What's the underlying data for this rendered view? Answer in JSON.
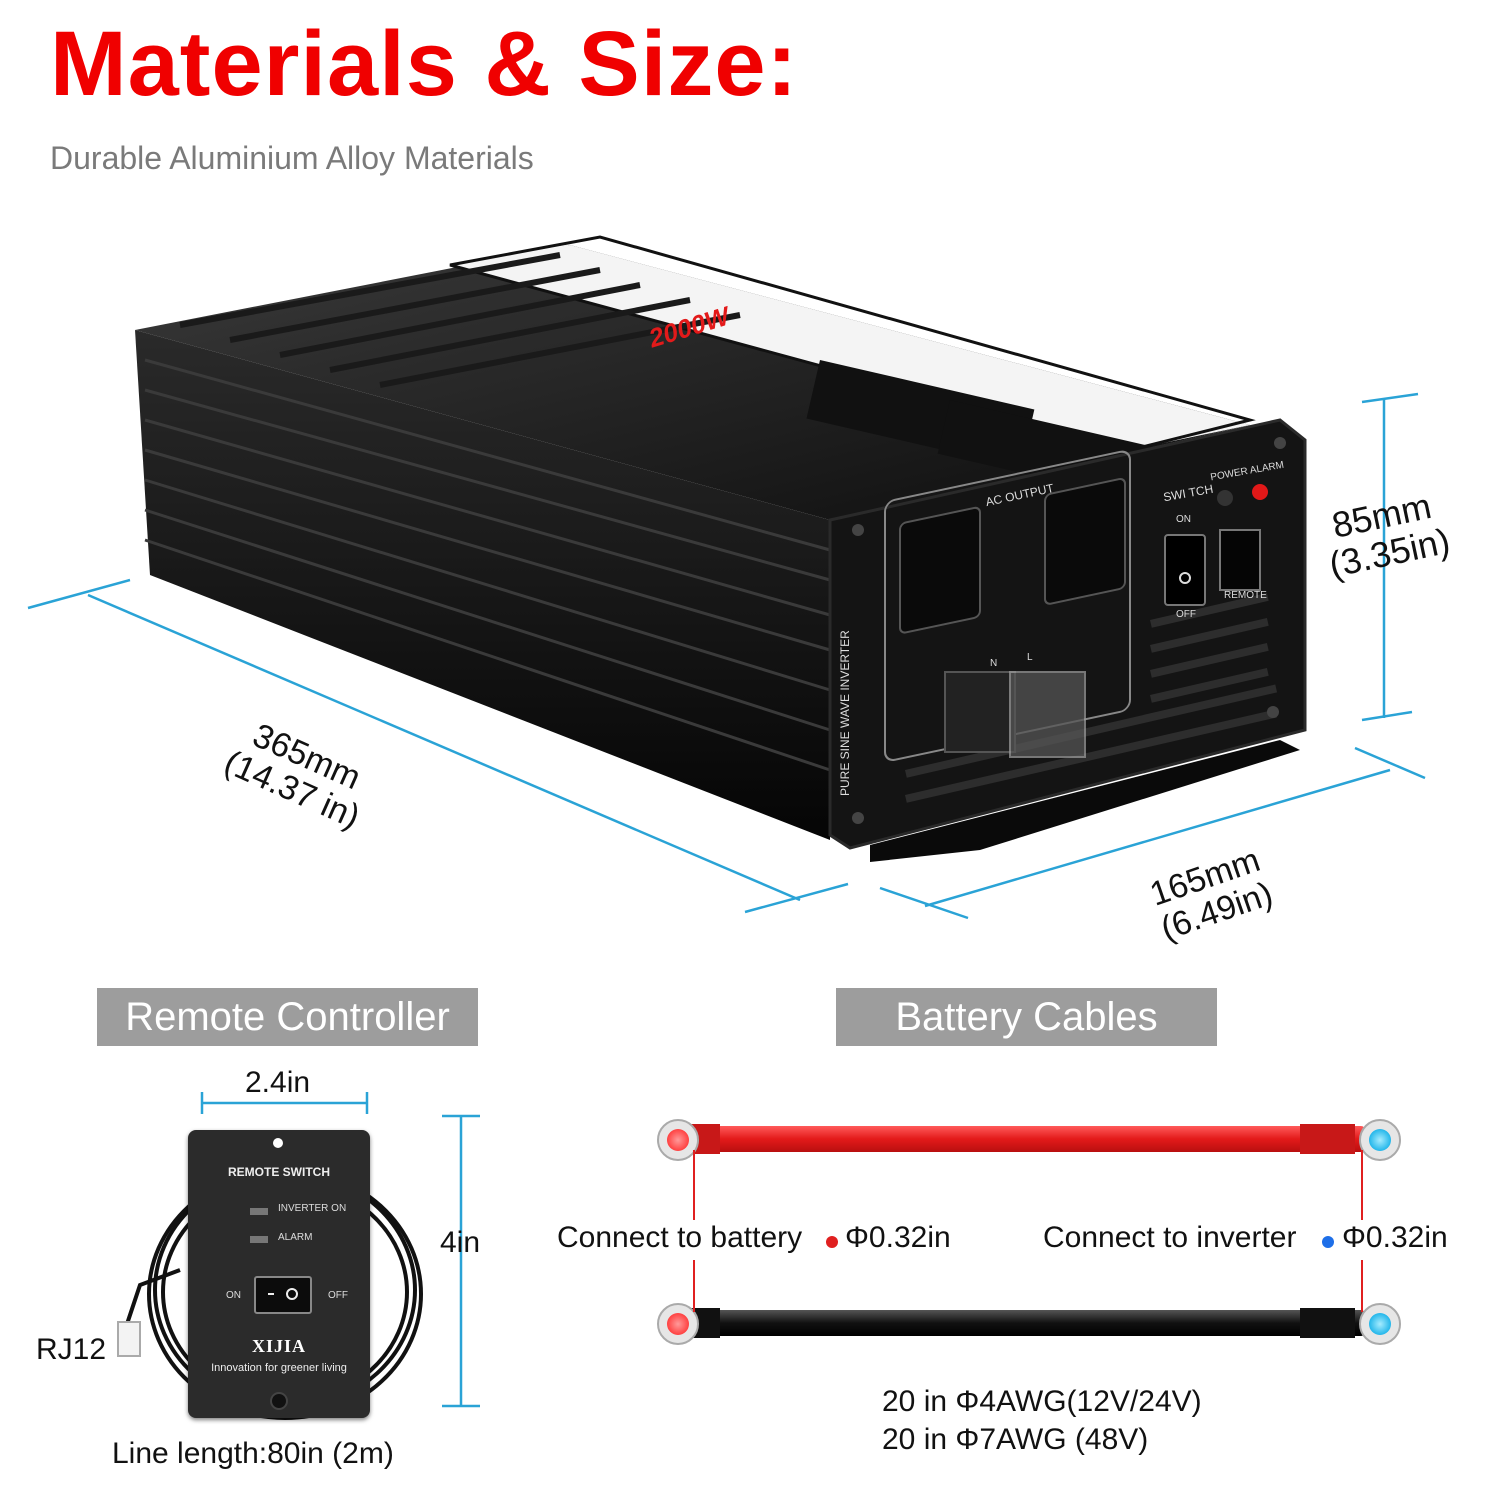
{
  "heading": {
    "title": "Materials & Size:",
    "subtitle": "Durable Aluminium Alloy Materials"
  },
  "inverter": {
    "dimensions": {
      "length_mm": "365mm",
      "length_in": "(14.37 in)",
      "width_mm": "165mm",
      "width_in": "(6.49in)",
      "height_mm": "85mm",
      "height_in": "(3.35in)"
    },
    "label_power": "2000W",
    "panel": {
      "ac_output": "AC  OUTPUT",
      "switch": "SWI TCH",
      "on": "ON",
      "off": "OFF",
      "power_alarm": "POWER  ALARM",
      "remote": "REMOTE",
      "neutral": "N",
      "line": "L",
      "side_text": "PURE    SINE  WAVE  INVERTER"
    }
  },
  "remote_controller": {
    "section_label": "Remote Controller",
    "width": "2.4in",
    "height": "4in",
    "connector": "RJ12",
    "line_length": "Line length:80in (2m)",
    "device": {
      "title": "REMOTE SWITCH",
      "inverter_on": "INVERTER ON",
      "alarm": "ALARM",
      "on": "ON",
      "off": "OFF",
      "brand": "XIJIA",
      "tagline": "Innovation for greener living"
    }
  },
  "battery_cables": {
    "section_label": "Battery Cables",
    "battery_side": "Connect to battery",
    "battery_diameter": "Φ0.32in",
    "inverter_side": "Connect to inverter",
    "inverter_diameter": "Φ0.32in",
    "spec_line_1": "20 in Φ4AWG(12V/24V)",
    "spec_line_2": "20 in Φ7AWG (48V)"
  },
  "colors": {
    "title_red": "#f00000",
    "dimension_blue": "#2aa3d6",
    "cable_red": "#e8202a",
    "cable_black": "#111111",
    "dot_red": "#e02020",
    "dot_blue": "#1e6fe8",
    "pill_gray": "#9d9d9d"
  }
}
